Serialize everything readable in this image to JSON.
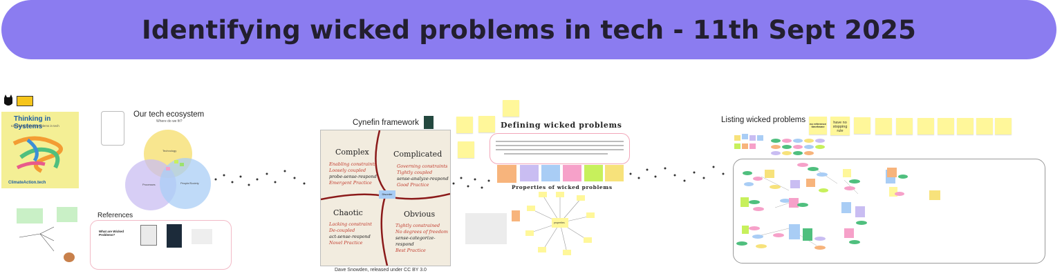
{
  "banner": {
    "title": "Identifying wicked problems in tech - 11th Sept 2025"
  },
  "thinking_card": {
    "title": "Thinking in Systems",
    "subtitle": "Identifying wicked problems in tech",
    "footer": "ClimateAction.tech"
  },
  "ecosystem": {
    "title": "Our tech ecosystem",
    "subtitle": "Where do we fit?",
    "circles": [
      "Technology",
      "Processes",
      "People/Society"
    ]
  },
  "references": {
    "title": "References",
    "card_heading": "What are Wicked Problems?"
  },
  "cynefin": {
    "title": "Cynefin framework",
    "quadrants": [
      {
        "name": "Complex",
        "lines": [
          "Enabling constraints",
          "Loosely coupled",
          "probe-sense-respond",
          "Emergent Practice"
        ]
      },
      {
        "name": "Complicated",
        "lines": [
          "Governing constraints",
          "Tightly coupled",
          "sense-analyze-respond",
          "Good Practice"
        ]
      },
      {
        "name": "Chaotic",
        "lines": [
          "Lacking constraint",
          "De-coupled",
          "act-sense-respond",
          "Novel Practice"
        ]
      },
      {
        "name": "Obvious",
        "lines": [
          "Tightly constrained",
          "No degrees of freedom",
          "sense-categorize-respond",
          "Best Practice"
        ]
      }
    ],
    "center": "Disorder",
    "caption": "Dave Snowden, released under CC BY 3.0"
  },
  "defining": {
    "title": "Defining wicked problems",
    "properties_title": "Properties of wicked problems",
    "center_node": "properties"
  },
  "listing": {
    "title": "Listing wicked problems",
    "stickies": [
      "no reference timeframe",
      "have no stopping rule"
    ]
  },
  "colors": {
    "banner": "#8b7cf0",
    "sticky": "#fff79a",
    "venn_yellow": "#f7e27b",
    "venn_purple": "#c9bdf2",
    "venn_blue": "#a9cdf5",
    "pink_border": "#f2b9c6"
  }
}
